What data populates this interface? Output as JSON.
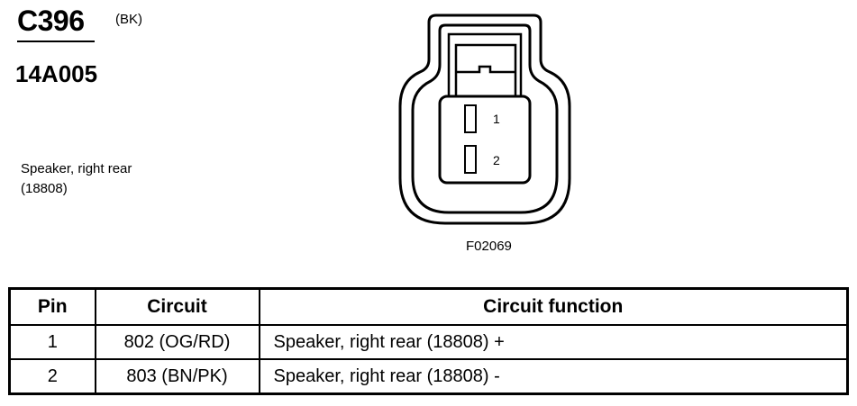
{
  "connector": {
    "id": "C396",
    "color": "(BK)",
    "part_number": "14A005",
    "description_line1": "Speaker, right rear",
    "description_line2": "(18808)"
  },
  "figure": {
    "id": "F02069",
    "pin_labels": [
      "1",
      "2"
    ]
  },
  "table": {
    "headers": {
      "pin": "Pin",
      "circuit": "Circuit",
      "function": "Circuit function"
    },
    "rows": [
      {
        "pin": "1",
        "circuit": "802 (OG/RD)",
        "function": "Speaker, right rear (18808) +"
      },
      {
        "pin": "2",
        "circuit": "803 (BN/PK)",
        "function": "Speaker, right rear (18808) -"
      }
    ]
  }
}
